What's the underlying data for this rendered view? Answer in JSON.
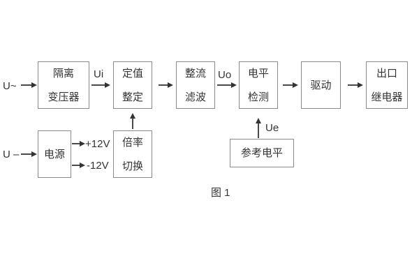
{
  "figure": {
    "caption": "图 1"
  },
  "labels": {
    "ac_input": "U~",
    "dc_input": "U –",
    "ui": "Ui",
    "uo": "Uo",
    "ue": "Ue",
    "plus12v": "+12V",
    "minus12v": "-12V"
  },
  "blocks": {
    "isolation_transformer": {
      "line1": "隔离",
      "line2": "变压器"
    },
    "setpoint_adjust": {
      "line1": "定值",
      "line2": "整定"
    },
    "rectifier_filter": {
      "line1": "整流",
      "line2": "滤波"
    },
    "level_detection": {
      "line1": "电平",
      "line2": "检测"
    },
    "driver": {
      "line1": "驱动"
    },
    "output_relay": {
      "line1": "出口",
      "line2": "继电器"
    },
    "power_supply": {
      "line1": "电源"
    },
    "ratio_switch": {
      "line1": "倍率",
      "line2": "切换"
    },
    "reference_level": {
      "line1": "参考电平"
    }
  },
  "colors": {
    "line": "#4a4a4a",
    "arrowhead": "#333333",
    "border": "#8a8a8a",
    "text": "#333333",
    "background": "#ffffff"
  }
}
